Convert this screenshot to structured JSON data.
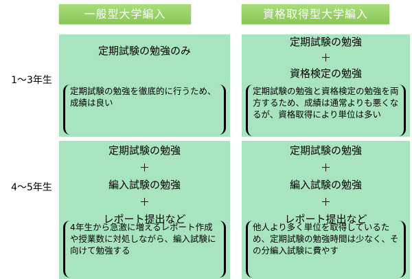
{
  "columns": [
    "一般型大学編入",
    "資格取得型大学編入"
  ],
  "rows": [
    {
      "label": "1～3年生",
      "cells": [
        {
          "main": [
            "定期試験の勉強のみ"
          ],
          "note": "定期試験の勉強を徹底的に行うため、成績は良い"
        },
        {
          "main": [
            "定期試験の勉強",
            "＋",
            "資格検定の勉強"
          ],
          "note": "定期試験の勉強と資格検定の勉強を両方するため、成績は通常よりも悪くなるが、資格取得により単位は多い"
        }
      ]
    },
    {
      "label": "4～5年生",
      "cells": [
        {
          "main": [
            "定期試験の勉強",
            "＋",
            "編入試験の勉強",
            "＋",
            "レポート提出など"
          ],
          "note": "4年生から急激に増えるレポート作成や授業数に対処しながら、編入試験に向けて勉強する"
        },
        {
          "main": [
            "定期試験の勉強",
            "＋",
            "編入試験の勉強",
            "＋",
            "レポート提出など"
          ],
          "note": "他人より多く単位を取得しているため、定期試験の勉強時間は少なく、その分編入試験に費やす"
        }
      ]
    }
  ]
}
